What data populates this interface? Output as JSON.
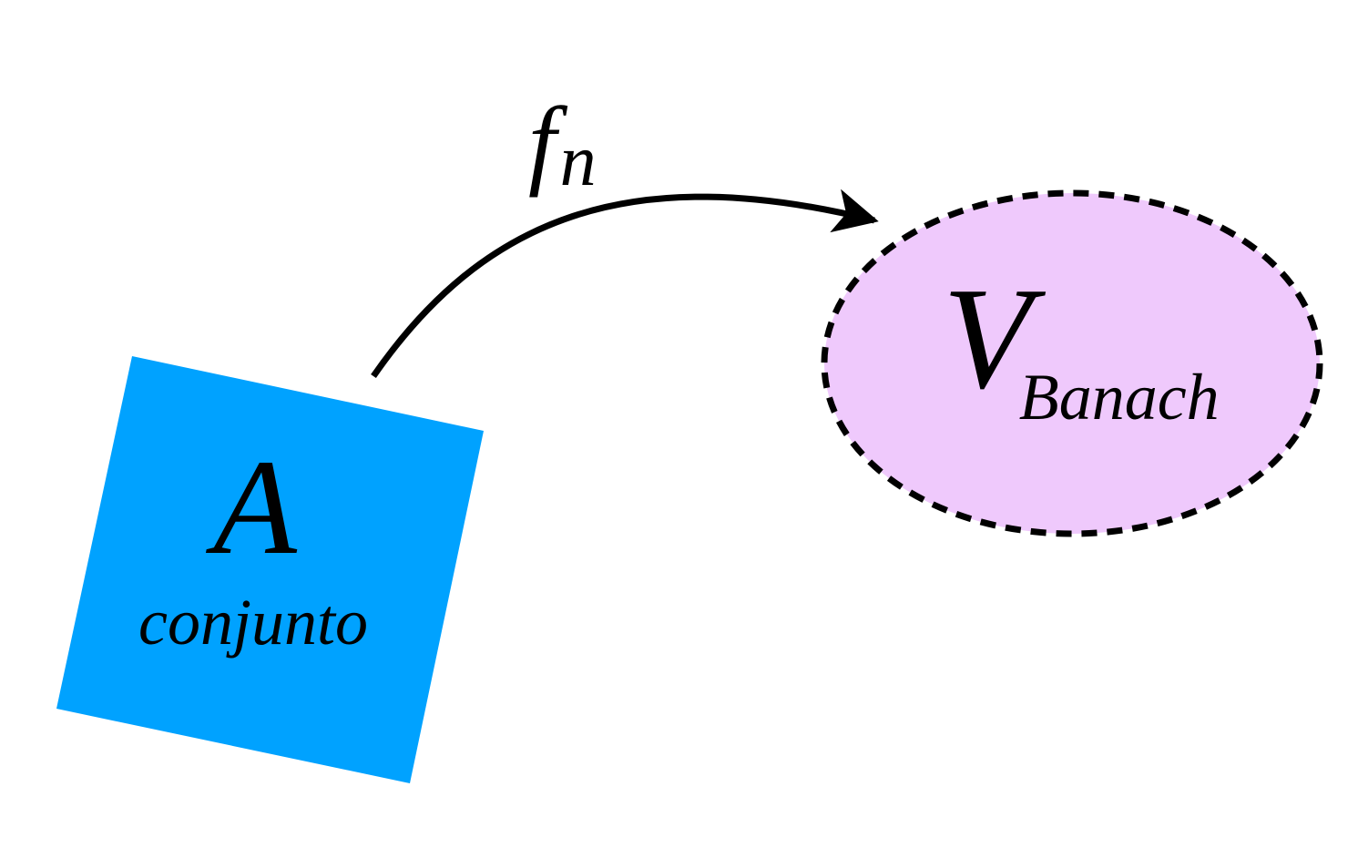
{
  "diagram": {
    "source_set": {
      "symbol": "A",
      "label": "conjunto",
      "fill_color": "#00a2ff"
    },
    "target_space": {
      "symbol": "V",
      "subscript": "Banach",
      "fill_color": "#efc9fc",
      "border_color": "#000000",
      "border_style": "dashed"
    },
    "mapping": {
      "symbol": "f",
      "subscript": "n",
      "direction": "A → V",
      "color": "#000000"
    }
  }
}
